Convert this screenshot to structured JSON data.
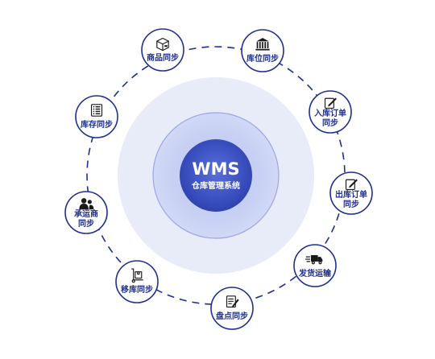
{
  "center": {
    "title": "WMS",
    "subtitle": "仓库管理系统"
  },
  "colors": {
    "accent": "#1f2f8f",
    "ring": "#1f2f8f",
    "halo": "#e8ecf9",
    "core": "#3c52c2"
  },
  "nodes": [
    {
      "id": "goods",
      "lines": [
        "商品同步"
      ],
      "icon": "box-icon"
    },
    {
      "id": "location",
      "lines": [
        "库位同步"
      ],
      "icon": "bank-icon"
    },
    {
      "id": "inbound",
      "lines": [
        "入库订单",
        "同步"
      ],
      "icon": "edit-icon"
    },
    {
      "id": "outbound",
      "lines": [
        "出库订单",
        "同步"
      ],
      "icon": "edit-icon"
    },
    {
      "id": "delivery",
      "lines": [
        "发货运输"
      ],
      "icon": "truck-icon"
    },
    {
      "id": "check",
      "lines": [
        "盘点同步"
      ],
      "icon": "checklist-icon"
    },
    {
      "id": "transfer",
      "lines": [
        "移库同步"
      ],
      "icon": "hand-truck-icon"
    },
    {
      "id": "carrier",
      "lines": [
        "承运商",
        "同步"
      ],
      "icon": "users-icon"
    },
    {
      "id": "stock",
      "lines": [
        "库存同步"
      ],
      "icon": "list-icon"
    }
  ]
}
